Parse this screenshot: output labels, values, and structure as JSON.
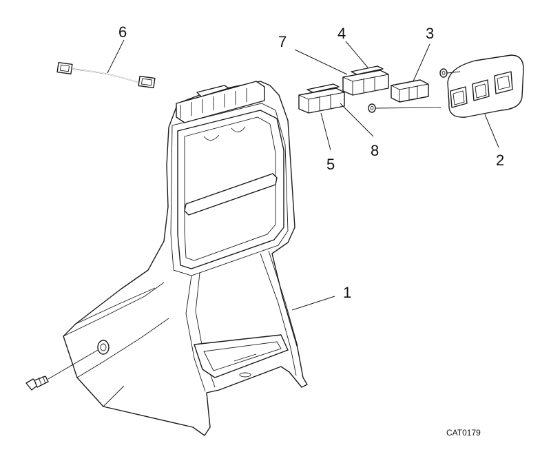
{
  "diagram": {
    "callouts": [
      {
        "id": "1",
        "part": "console-housing"
      },
      {
        "id": "2",
        "part": "switch-panel"
      },
      {
        "id": "3",
        "part": "switch-single"
      },
      {
        "id": "4",
        "part": "switch-double-upper"
      },
      {
        "id": "5",
        "part": "switch-double-lower"
      },
      {
        "id": "6",
        "part": "wiring-harness"
      },
      {
        "id": "7",
        "part": "switch-double-upper-left"
      },
      {
        "id": "8",
        "part": "switch-double-lower-right"
      }
    ],
    "catalog_code": "CAT0179"
  }
}
